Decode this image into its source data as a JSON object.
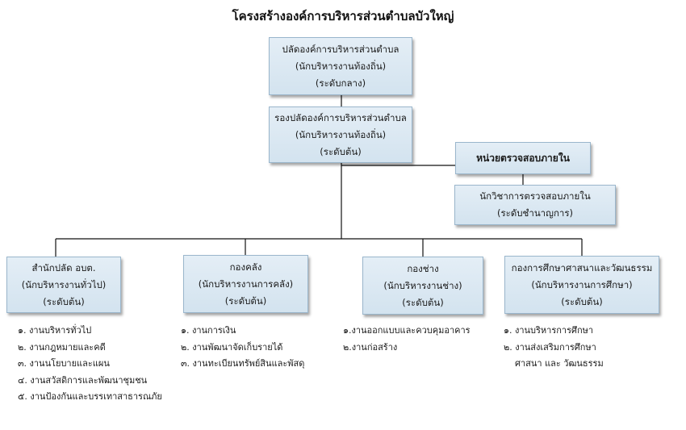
{
  "title": "โครงสร้างองค์การบริหารส่วนตำบลบัวใหญ่",
  "top": {
    "line1": "ปลัดองค์การบริหารส่วนตำบล",
    "line2": "(นักบริหารงานท้องถิ่น)",
    "line3": "(ระดับกลาง)"
  },
  "deputy": {
    "line1": "รองปลัดองค์การบริหารส่วนตำบล",
    "line2": "(นักบริหารงานท้องถิ่น)",
    "line3": "(ระดับต้น)"
  },
  "audit_unit": {
    "label": "หน่วยตรวจสอบภายใน"
  },
  "auditor": {
    "line1": "นักวิชาการตรวจสอบภายใน",
    "line2": "(ระดับชำนาญการ)"
  },
  "departments": [
    {
      "line1": "สำนักปลัด อบต.",
      "line2": "(นักบริหารงานทั่วไป)",
      "line3": "(ระดับต้น)",
      "tasks": [
        "๑. งานบริหารทั่วไป",
        "๒. งานกฎหมายและคดี",
        "๓. งานนโยบายและแผน",
        "๔. งานสวัสดิการและพัฒนาชุมชน",
        "๕. งานป้องกันและบรรเทาสาธารณภัย"
      ]
    },
    {
      "line1": "กองคลัง",
      "line2": "(นักบริหารงานการคลัง)",
      "line3": "(ระดับต้น)",
      "tasks": [
        "๑. งานการเงิน",
        "๒. งานพัฒนาจัดเก็บรายได้",
        "๓. งานทะเบียนทรัพย์สินและพัสดุ"
      ]
    },
    {
      "line1": "กองช่าง",
      "line2": "(นักบริหารงานช่าง)",
      "line3": "(ระดับต้น)",
      "tasks": [
        "๑.งานออกแบบและควบคุมอาคาร",
        "๒.งานก่อสร้าง"
      ]
    },
    {
      "line1": "กองการศึกษาศาสนาและวัฒนธรรม",
      "line2": "(นักบริหารงานการศึกษา)",
      "line3": "(ระดับต้น)",
      "tasks": [
        "๑. งานบริหารการศึกษา",
        "๒. งานส่งเสริมการศึกษา",
        "ศาสนา และ วัฒนธรรม"
      ]
    }
  ]
}
